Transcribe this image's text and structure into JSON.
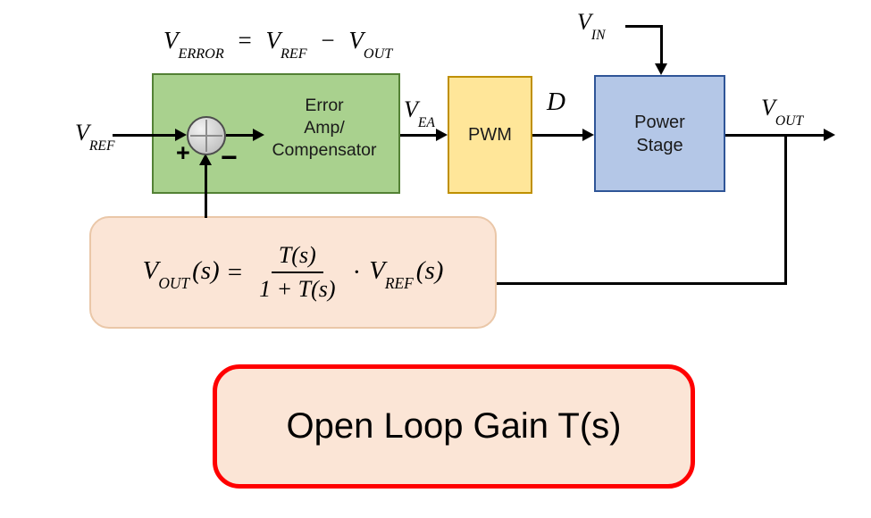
{
  "colors": {
    "green_fill": "#a9d18e",
    "green_border": "#538135",
    "yellow_fill": "#ffe699",
    "yellow_border": "#bf9000",
    "blue_fill": "#b4c7e7",
    "blue_border": "#2f5597",
    "peach_fill": "#fbe5d6",
    "peach_border": "#eac7a8",
    "red_border": "#ff0000",
    "line_color": "#000000"
  },
  "top_formula": {
    "v1": "V",
    "s1": "ERROR",
    "eq": "=",
    "v2": "V",
    "s2": "REF",
    "op": "−",
    "v3": "V",
    "s3": "OUT"
  },
  "signals": {
    "vref": {
      "base": "V",
      "sub": "REF"
    },
    "vea": {
      "base": "V",
      "sub": "EA"
    },
    "duty": {
      "base": "D"
    },
    "vin": {
      "base": "V",
      "sub": "IN"
    },
    "vout": {
      "base": "V",
      "sub": "OUT"
    }
  },
  "blocks": {
    "error_amp": {
      "line1": "Error",
      "line2": "Amp/",
      "line3": "Compensator"
    },
    "pwm": {
      "label": "PWM"
    },
    "power_stage": {
      "line1": "Power",
      "line2": "Stage"
    }
  },
  "sum_junction": {
    "plus_label": "+",
    "minus_label": "−"
  },
  "closed_loop": {
    "lhs_base": "V",
    "lhs_sub": "OUT",
    "lhs_arg": "(s)",
    "equals": "=",
    "numerator": "T(s)",
    "denominator": "1 + T(s)",
    "dot": "·",
    "rhs_base": "V",
    "rhs_sub": "REF",
    "rhs_arg": "(s)"
  },
  "open_loop": {
    "label": "Open Loop Gain T(s)"
  }
}
